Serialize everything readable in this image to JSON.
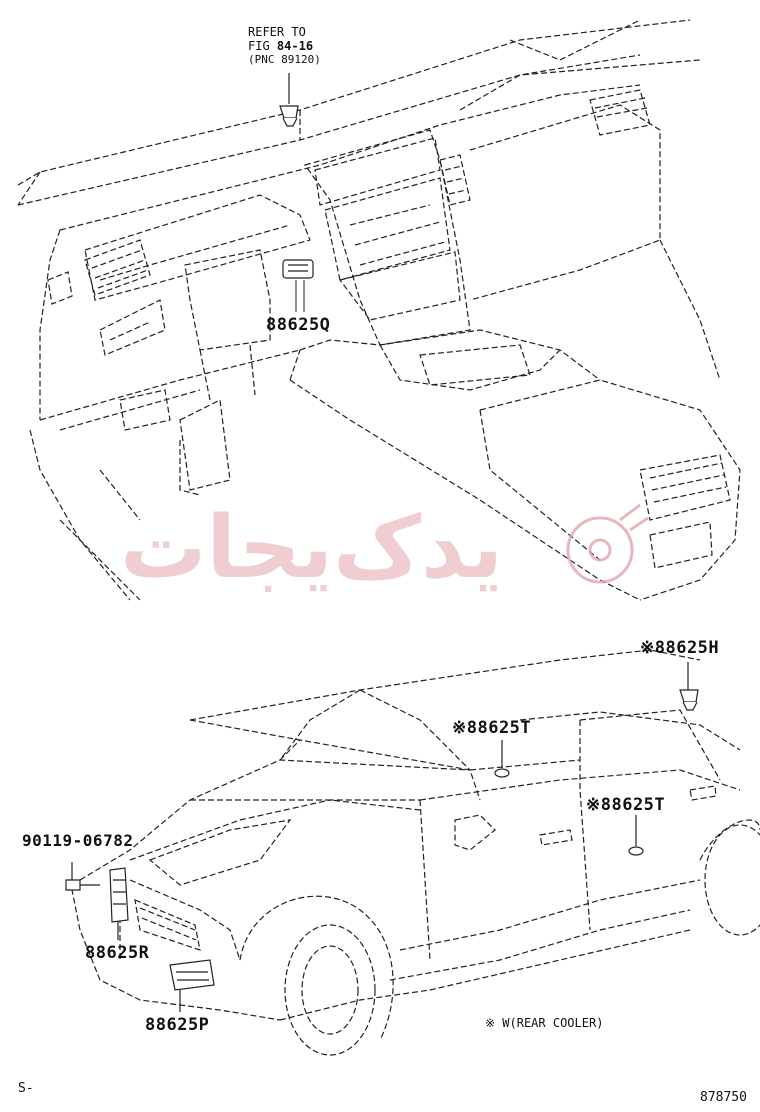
{
  "refer": {
    "line1": "REFER TO",
    "line2_prefix": "FIG",
    "line2_bold": "84-16",
    "line3": "(PNC 89120)"
  },
  "parts": {
    "p88625Q": "88625Q",
    "p88625H": "※88625H",
    "p88625T_top": "※88625T",
    "p88625T_mid": "※88625T",
    "p90119": "90119-06782",
    "p88625R": "88625R",
    "p88625P": "88625P"
  },
  "footnote": "※ W(REAR COOLER)",
  "corner_left": "S-",
  "corner_right": "878750",
  "watermark": {
    "text": "یدک‌یجات",
    "color": "#e3a6ac"
  },
  "colors": {
    "line": "#222222",
    "background": "#ffffff"
  }
}
